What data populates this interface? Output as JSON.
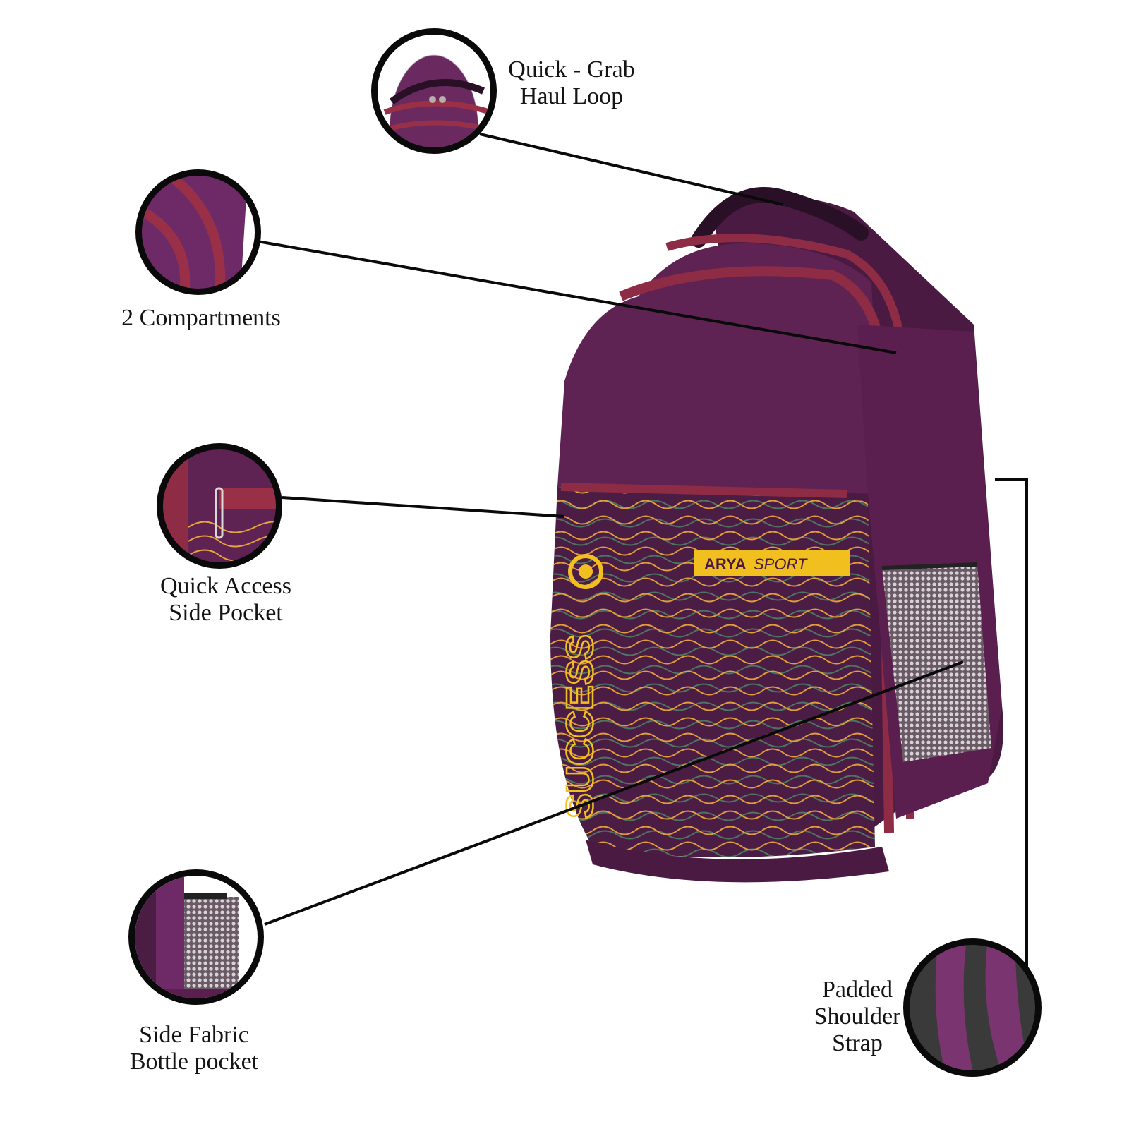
{
  "brand": {
    "name_bold": "ARYA",
    "name_italic": "SPORT",
    "print_text": "SUCCESS",
    "colors": {
      "bag_purple": "#5a1f4f",
      "bag_purple_light": "#7a3570",
      "zipper_maroon": "#9a3048",
      "print_yellow": "#f2c01e",
      "print_green": "#4f8a6a",
      "mesh_grey": "#b9b3b8",
      "strap_dark": "#3a3a3a",
      "callout_line": "#0a0a0a"
    }
  },
  "features": [
    {
      "id": "haul-loop",
      "lines": [
        "Quick - Grab",
        "Haul Loop"
      ]
    },
    {
      "id": "compartments",
      "lines": [
        "2 Compartments"
      ]
    },
    {
      "id": "side-pocket",
      "lines": [
        "Quick Access",
        "Side Pocket"
      ]
    },
    {
      "id": "bottle-pocket",
      "lines": [
        "Side Fabric",
        "Bottle pocket"
      ]
    },
    {
      "id": "shoulder-strap",
      "lines": [
        "Padded",
        "Shoulder",
        "Strap"
      ]
    }
  ]
}
